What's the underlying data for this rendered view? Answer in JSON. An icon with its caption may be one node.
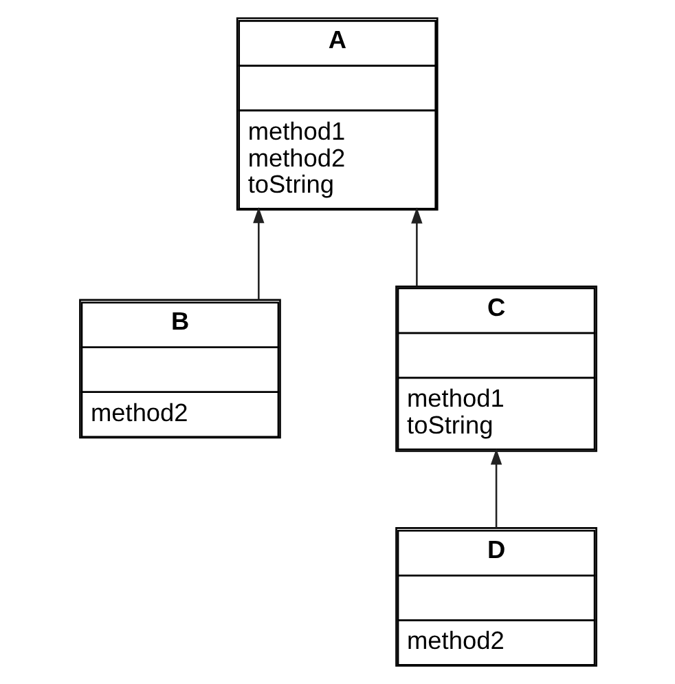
{
  "diagram": {
    "nodes": [
      {
        "text": [
          "A",
          "method1",
          "method2",
          "toString"
        ]
      },
      {
        "text": [
          "B",
          "method2"
        ]
      },
      {
        "text": [
          "C",
          "method1",
          "toString"
        ]
      },
      {
        "text": [
          "D",
          "method2"
        ]
      }
    ],
    "edges": [
      {
        "from": 1,
        "to": 0,
        "arrow": "to"
      },
      {
        "from": 2,
        "to": 0,
        "arrow": "to"
      },
      {
        "from": 3,
        "to": 2,
        "arrow": "to"
      }
    ]
  }
}
